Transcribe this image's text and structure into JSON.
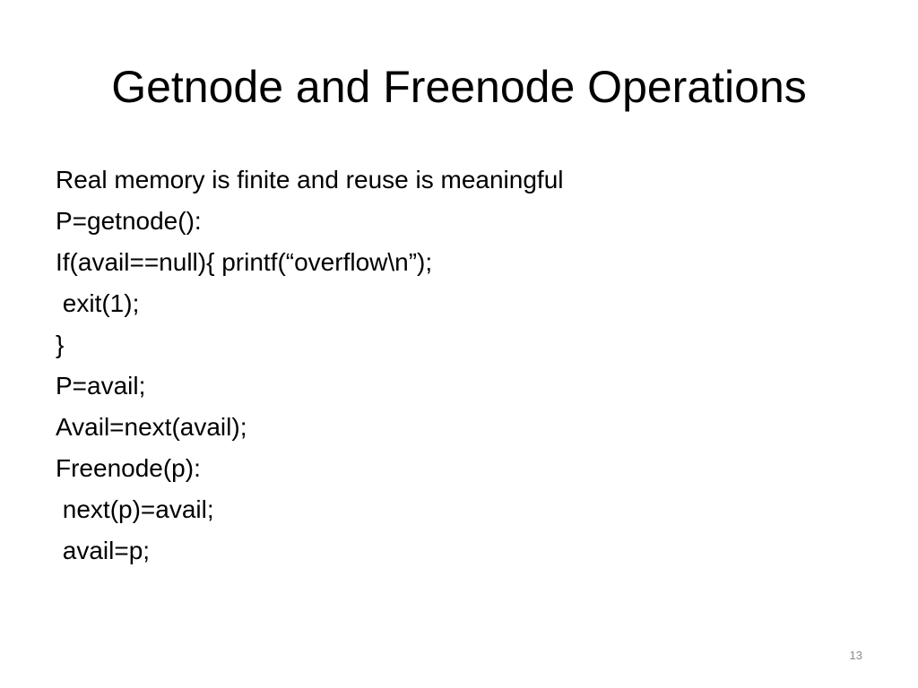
{
  "slide": {
    "title": "Getnode and Freenode Operations",
    "lines": [
      "Real memory is finite and reuse is meaningful",
      "P=getnode():",
      "If(avail==null){ printf(“overflow\\n”);",
      " exit(1);",
      "}",
      "P=avail;",
      "Avail=next(avail);",
      "Freenode(p):",
      " next(p)=avail;",
      " avail=p;"
    ],
    "number": "13"
  }
}
